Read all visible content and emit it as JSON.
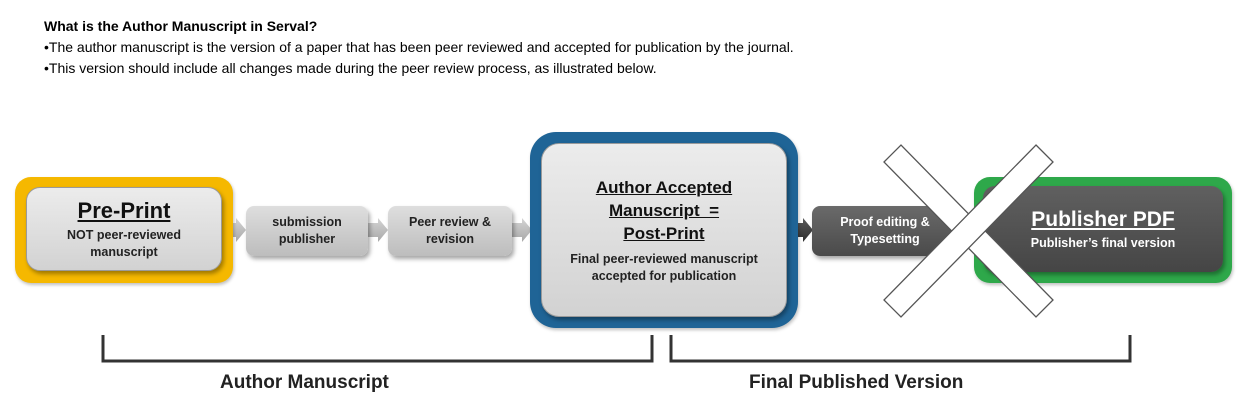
{
  "intro": {
    "question": "What is the Author Manuscript in Serval?",
    "bullet1": "•The author manuscript is the version of a paper that has been peer reviewed and accepted for publication by the journal.",
    "bullet2": "•This version should include all changes made during the peer review process, as illustrated below."
  },
  "preprint": {
    "title": "Pre-Print",
    "subtitle": "NOT peer-reviewed manuscript"
  },
  "submission": {
    "label": "submission publisher"
  },
  "peer_review": {
    "label": "Peer review & revision"
  },
  "accepted": {
    "title_line1": "Author Accepted",
    "title_line2": "Manuscript  =",
    "title_line3": "Post-Print",
    "subtitle": "Final peer-reviewed manuscript accepted for publication"
  },
  "proof": {
    "label": "Proof editing & Typesetting"
  },
  "publisher": {
    "title": "Publisher PDF",
    "subtitle": "Publisher’s final version"
  },
  "brackets": {
    "left_label": "Author Manuscript",
    "right_label": "Final Published Version"
  },
  "colors": {
    "preprint_border": "#f5b800",
    "postprint_border": "#1f6496",
    "publisher_border": "#2ea84a",
    "dark_box": "#555555"
  }
}
